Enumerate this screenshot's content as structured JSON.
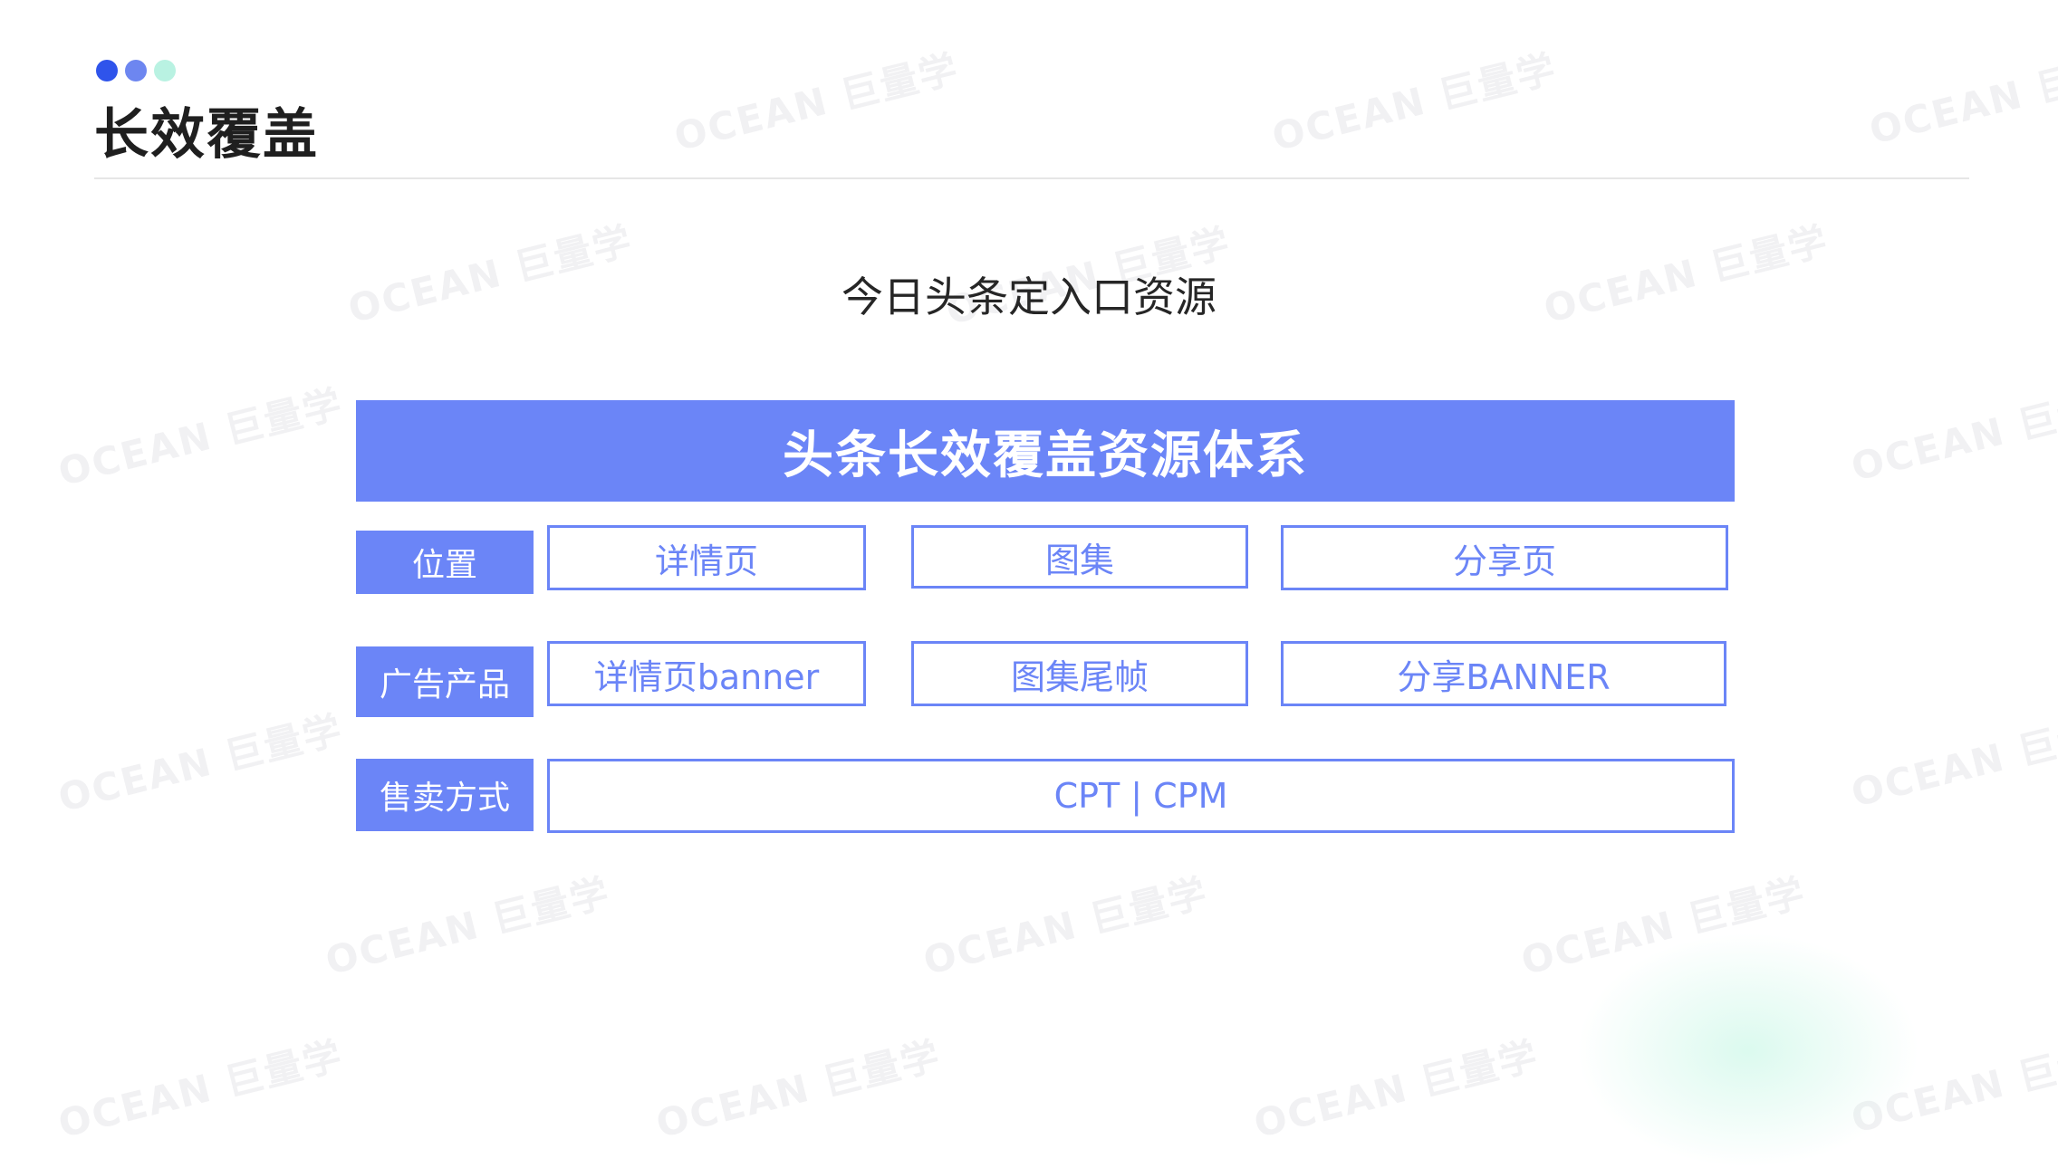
{
  "header": {
    "title": "长效覆盖",
    "dot_colors": [
      "#2f54eb",
      "#6d86f0",
      "#b9f2e2"
    ]
  },
  "subtitle": "今日头条定入口资源",
  "table": {
    "banner": "头条长效覆盖资源体系",
    "accent_color": "#6b85f7",
    "rows": [
      {
        "label": "位置",
        "cells": [
          "详情页",
          "图集",
          "分享页"
        ]
      },
      {
        "label": "广告产品",
        "cells": [
          "详情页banner",
          "图集尾帧",
          "分享BANNER"
        ]
      },
      {
        "label": "售卖方式",
        "cells": [
          "CPT | CPM"
        ]
      }
    ]
  },
  "watermark": "OCEAN 巨量学"
}
